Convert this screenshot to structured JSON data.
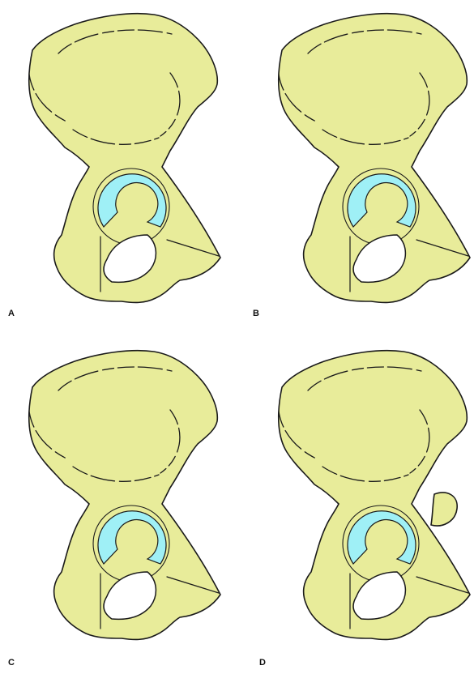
{
  "figure": {
    "panels": [
      {
        "label": "A",
        "variant": "standard"
      },
      {
        "label": "B",
        "variant": "standard"
      },
      {
        "label": "C",
        "variant": "standard"
      },
      {
        "label": "D",
        "variant": "posterior-bulge"
      }
    ]
  },
  "colors": {
    "bone": "#e8ec9a",
    "cartilage": "#9ff0f6",
    "outline": "#1a1a1a",
    "foramen": "#ffffff"
  }
}
